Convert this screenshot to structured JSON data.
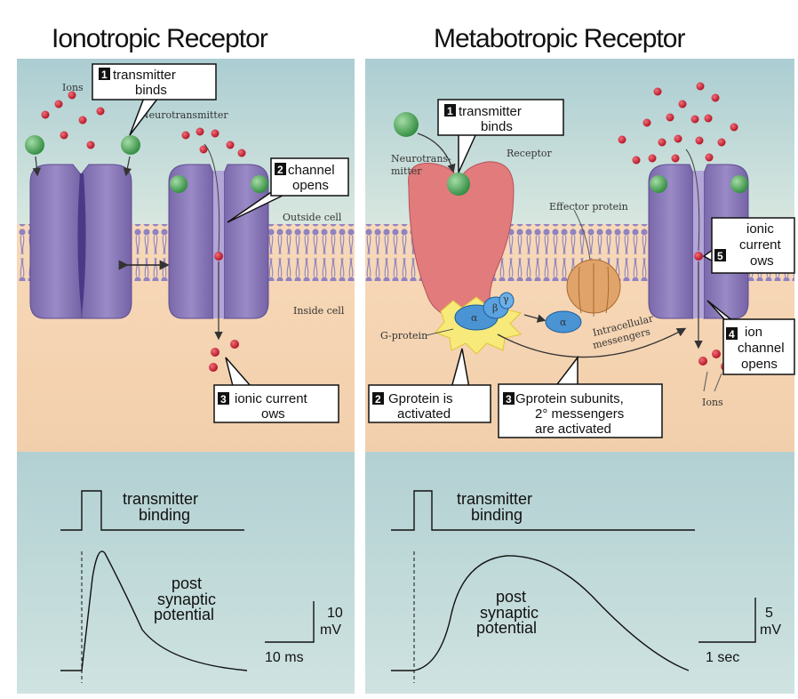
{
  "titles": {
    "left": "Ionotropic Receptor",
    "right": "Metabotropic Receptor"
  },
  "diagram_labels": {
    "ions_left_top": "Ions",
    "neurotransmitter": "Neurotransmitter",
    "outside_cell": "Outside cell",
    "inside_cell": "Inside cell",
    "neurotransmitter_right_1": "Neurotrans-",
    "neurotransmitter_right_2": "mitter",
    "receptor": "Receptor",
    "effector_protein": "Effector protein",
    "g_protein": "G-protein",
    "alpha": "α",
    "beta": "β",
    "gamma": "γ",
    "intracellular_1": "Intracellular",
    "intracellular_2": "messengers",
    "ions_right_bottom": "Ions"
  },
  "callouts": {
    "iono_1": {
      "num": "1",
      "line1": "transmitter",
      "line2": "binds"
    },
    "iono_2": {
      "num": "2",
      "line1": "channel",
      "line2": "opens"
    },
    "iono_3": {
      "num": "3",
      "line1": "ionic current",
      "line2": "ows"
    },
    "meta_1": {
      "num": "1",
      "line1": "transmitter",
      "line2": "binds"
    },
    "meta_2": {
      "num": "2",
      "line1": "Gprotein is",
      "line2": "activated"
    },
    "meta_3": {
      "num": "3",
      "line1": "Gprotein subunits,",
      "line2": "2° messengers",
      "line3": "are activated"
    },
    "meta_4": {
      "num": "4",
      "line1": "ion",
      "line2": "channel",
      "line3": "opens"
    },
    "meta_5": {
      "num": "5",
      "line1": "ionic",
      "line2": "current",
      "line3": "ows"
    }
  },
  "graphs": {
    "left": {
      "binding_1": "transmitter",
      "binding_2": "binding",
      "psp_1": "post",
      "psp_2": "synaptic",
      "psp_3": "potential",
      "v_scale": "10",
      "v_unit": "mV",
      "t_scale": "10 ms"
    },
    "right": {
      "binding_1": "transmitter",
      "binding_2": "binding",
      "psp_1": "post",
      "psp_2": "synaptic",
      "psp_3": "potential",
      "v_scale": "5",
      "v_unit": "mV",
      "t_scale": "1 sec"
    }
  },
  "colors": {
    "ecf_top": "#b6d3d6",
    "cytoplasm": "#f4d5b6",
    "graph_bg": "#c4dcdc",
    "channel": "#8a79b8",
    "receptor": "#e67e7e",
    "gprotein": "#4a95d6",
    "effector": "#e0a46a",
    "ion": "#cc1e35",
    "transmitter": "#4fae55"
  }
}
